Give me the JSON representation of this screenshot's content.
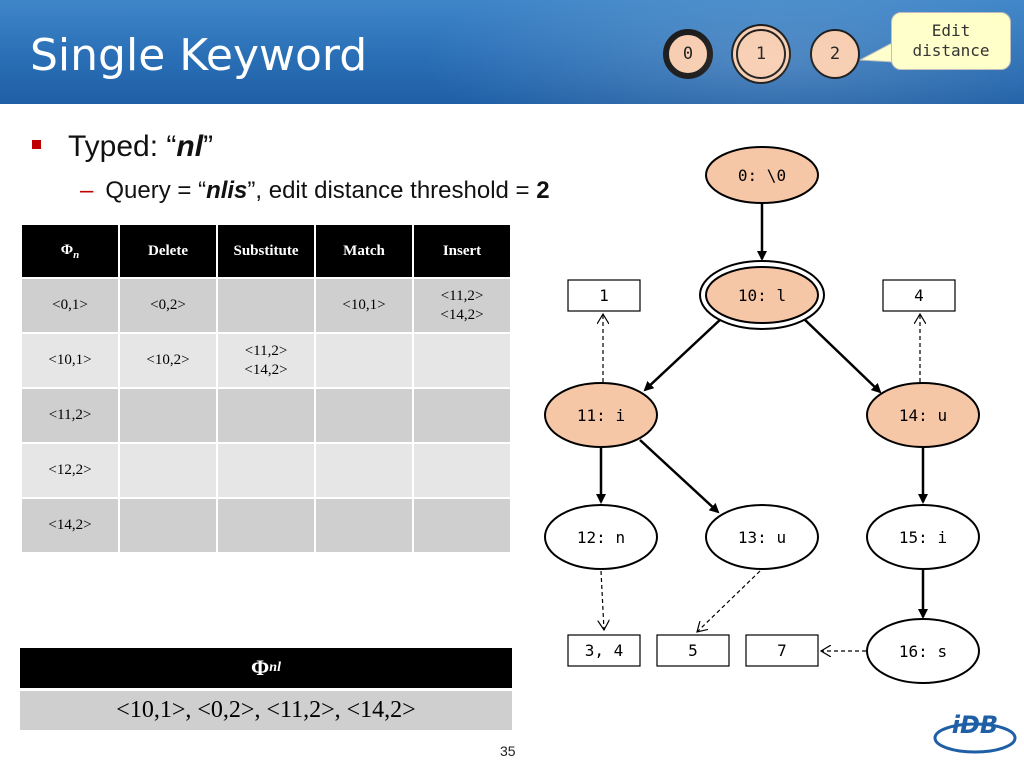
{
  "slide": {
    "title": "Single Keyword",
    "page_number": "35"
  },
  "steps": [
    {
      "label": "0"
    },
    {
      "label": "1"
    },
    {
      "label": "2"
    }
  ],
  "callout": {
    "line1": "Edit",
    "line2": "distance"
  },
  "bullets": {
    "typed_prefix": "Typed: “",
    "typed_value": "nl",
    "typed_suffix": "”",
    "query_prefix": "Query = “",
    "query_value": "nlis",
    "query_middle": "”, edit distance threshold = ",
    "query_threshold": "2"
  },
  "table": {
    "headers": {
      "phi_symbol": "Φ",
      "phi_sub": "n",
      "delete": "Delete",
      "substitute": "Substitute",
      "match": "Match",
      "insert": "Insert"
    },
    "rows": [
      {
        "phi": "<0,1>",
        "delete": "<0,2>",
        "substitute": "",
        "match": "<10,1>",
        "insert": [
          "<11,2>",
          "<14,2>"
        ]
      },
      {
        "phi": "<10,1>",
        "delete": "<10,2>",
        "substitute": [
          "<11,2>",
          "<14,2>"
        ],
        "match": "",
        "insert": []
      },
      {
        "phi": "<11,2>",
        "delete": "",
        "substitute": "",
        "match": "",
        "insert": []
      },
      {
        "phi": "<12,2>",
        "delete": "",
        "substitute": "",
        "match": "",
        "insert": []
      },
      {
        "phi": "<14,2>",
        "delete": "",
        "substitute": "",
        "match": "",
        "insert": []
      }
    ]
  },
  "result": {
    "phi_symbol": "Φ",
    "phi_sub": "nl",
    "value": "<10,1>, <0,2>, <11,2>, <14,2>"
  },
  "trie": {
    "nodes": [
      {
        "id": "n0",
        "label": "0: \\0",
        "highlight": true,
        "double": false
      },
      {
        "id": "n10",
        "label": "10: l",
        "highlight": true,
        "double": true
      },
      {
        "id": "n11",
        "label": "11: i",
        "highlight": true,
        "double": false
      },
      {
        "id": "n14",
        "label": "14: u",
        "highlight": true,
        "double": false
      },
      {
        "id": "n12",
        "label": "12: n",
        "highlight": false,
        "double": false
      },
      {
        "id": "n13",
        "label": "13: u",
        "highlight": false,
        "double": false
      },
      {
        "id": "n15",
        "label": "15: i",
        "highlight": false,
        "double": false
      },
      {
        "id": "n16",
        "label": "16: s",
        "highlight": false,
        "double": false
      }
    ],
    "lists": [
      {
        "id": "l1",
        "label": "1"
      },
      {
        "id": "l4",
        "label": "4"
      },
      {
        "id": "l34",
        "label": "3, 4"
      },
      {
        "id": "l5",
        "label": "5"
      },
      {
        "id": "l7",
        "label": "7"
      }
    ]
  },
  "colors": {
    "header_blue": "#2a6fb6",
    "node_highlight": "#f6c7a7",
    "bullet_red": "#c00000",
    "callout_fill": "#ffffc6"
  }
}
